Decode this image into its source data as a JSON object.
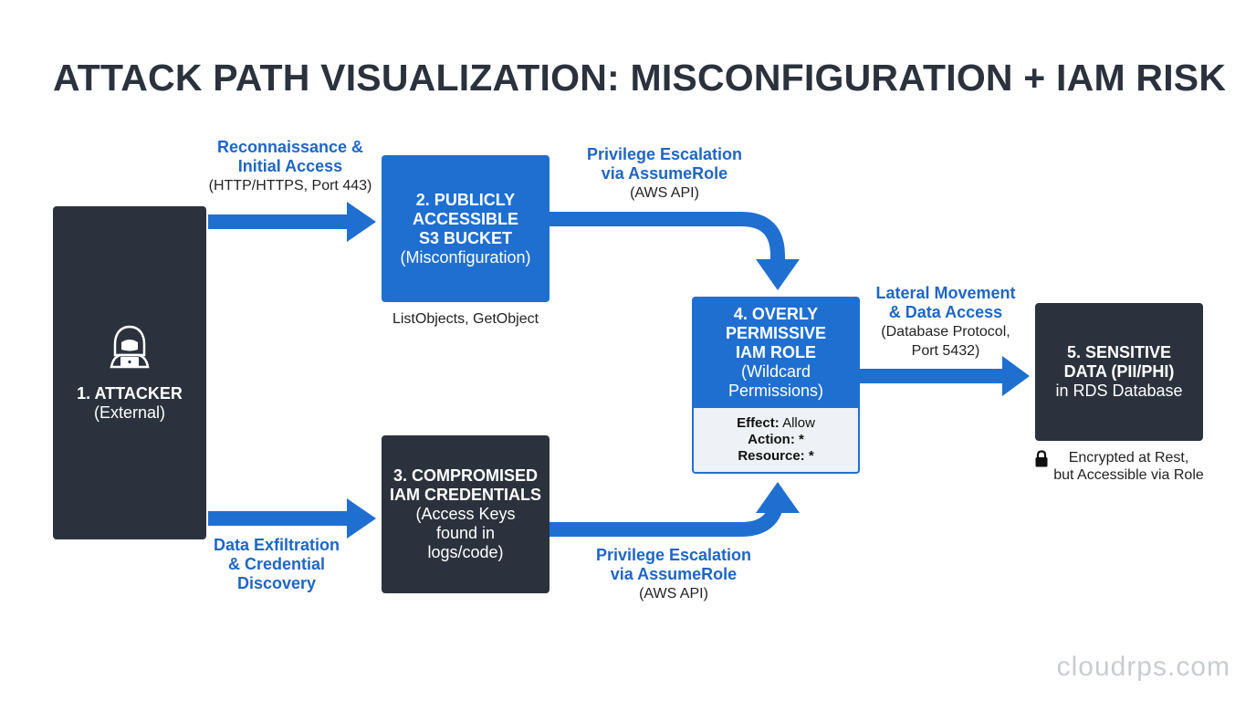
{
  "title": "ATTACK PATH VISUALIZATION: MISCONFIGURATION + IAM RISK",
  "nodes": {
    "attacker": {
      "title": "1. ATTACKER",
      "subtitle": "(External)"
    },
    "s3": {
      "title": "2. PUBLICLY\nACCESSIBLE\nS3 BUCKET",
      "subtitle": "(Misconfiguration)",
      "note": "ListObjects, GetObject"
    },
    "creds": {
      "title": "3. COMPROMISED\nIAM CREDENTIALS",
      "subtitle": "(Access Keys\nfound in\nlogs/code)"
    },
    "iam_role": {
      "title": "4. OVERLY\nPERMISSIVE\nIAM ROLE",
      "subtitle": "(Wildcard\nPermissions)",
      "policy": [
        {
          "key": "Effect:",
          "value": "Allow"
        },
        {
          "key": "Action:",
          "value": "*"
        },
        {
          "key": "Resource:",
          "value": "*"
        }
      ]
    },
    "data": {
      "title": "5. SENSITIVE\nDATA (PII/PHI)",
      "subtitle": "in RDS Database",
      "note": "Encrypted at Rest,\nbut Accessible via Role",
      "note_icon": "lock-icon"
    }
  },
  "edges": {
    "recon": {
      "heading": "Reconnaissance &\nInitial Access",
      "detail": "(HTTP/HTTPS, Port 443)"
    },
    "exfil": {
      "heading": "Data Exfiltration\n& Credential\nDiscovery",
      "detail": ""
    },
    "priv_top": {
      "heading": "Privilege Escalation\nvia AssumeRole",
      "detail": "(AWS API)"
    },
    "priv_bottom": {
      "heading": "Privilege Escalation\nvia AssumeRole",
      "detail": "(AWS API)"
    },
    "lateral": {
      "heading": "Lateral Movement\n& Data Access",
      "detail": "(Database Protocol,\nPort 5432)"
    }
  },
  "icons": {
    "attacker": "hacker-icon"
  },
  "colors": {
    "dark": "#2b323d",
    "blue": "#1f6fd1",
    "label": "#1f66c4"
  },
  "watermark": "cloudrps.com"
}
